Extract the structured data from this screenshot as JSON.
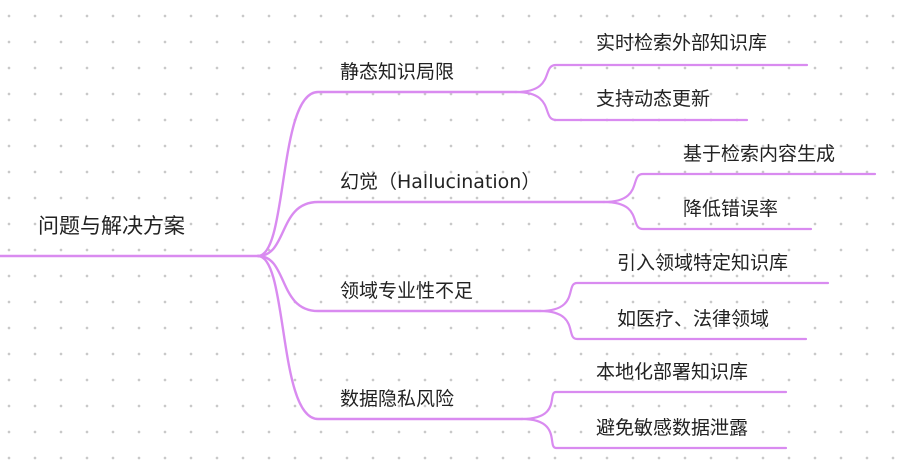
{
  "mindmap": {
    "root": "问题与解决方案",
    "line_color": "#d98bf0",
    "branches": [
      {
        "label": "静态知识局限",
        "children": [
          "实时检索外部知识库",
          "支持动态更新"
        ]
      },
      {
        "label": "幻觉（Hallucination）",
        "children": [
          "基于检索内容生成",
          "降低错误率"
        ]
      },
      {
        "label": "领域专业性不足",
        "children": [
          "引入领域特定知识库",
          "如医疗、法律领域"
        ]
      },
      {
        "label": "数据隐私风险",
        "children": [
          "本地化部署知识库",
          "避免敏感数据泄露"
        ]
      }
    ]
  }
}
